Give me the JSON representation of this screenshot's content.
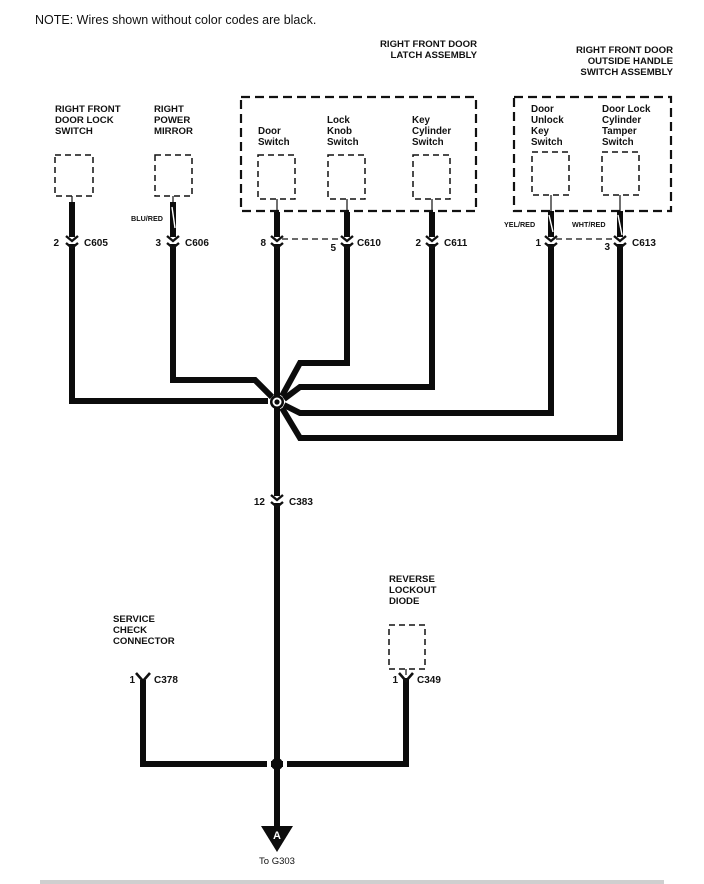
{
  "note": "NOTE: Wires shown without color codes are black.",
  "components": {
    "door_lock_switch": {
      "label_lines": [
        "RIGHT FRONT",
        "DOOR LOCK",
        "SWITCH"
      ]
    },
    "power_mirror": {
      "label_lines": [
        "RIGHT",
        "POWER",
        "MIRROR"
      ]
    },
    "latch_assembly": {
      "title_lines": [
        "RIGHT FRONT DOOR",
        "LATCH ASSEMBLY"
      ],
      "switches": [
        {
          "label_lines": [
            "Door",
            "Switch"
          ]
        },
        {
          "label_lines": [
            "Lock",
            "Knob",
            "Switch"
          ]
        },
        {
          "label_lines": [
            "Key",
            "Cylinder",
            "Switch"
          ]
        }
      ]
    },
    "outside_handle_assembly": {
      "title_lines": [
        "RIGHT FRONT DOOR",
        "OUTSIDE HANDLE",
        "SWITCH ASSEMBLY"
      ],
      "switches": [
        {
          "label_lines": [
            "Door",
            "Unlock",
            "Key",
            "Switch"
          ]
        },
        {
          "label_lines": [
            "Door Lock",
            "Cylinder",
            "Tamper",
            "Switch"
          ]
        }
      ]
    },
    "service_check_connector": {
      "label_lines": [
        "SERVICE",
        "CHECK",
        "CONNECTOR"
      ]
    },
    "reverse_lockout_diode": {
      "label_lines": [
        "REVERSE",
        "LOCKOUT",
        "DIODE"
      ]
    }
  },
  "connectors": {
    "c605": {
      "pin": "2",
      "name": "C605"
    },
    "c606": {
      "pin": "3",
      "name": "C606",
      "wire_color": "BLU/RED"
    },
    "c610_door": {
      "pin": "8"
    },
    "c610_knob": {
      "pin": "5",
      "name": "C610"
    },
    "c611": {
      "pin": "2",
      "name": "C611"
    },
    "c613_unlock": {
      "pin": "1",
      "wire_color": "YEL/RED"
    },
    "c613_tamper": {
      "pin": "3",
      "name": "C613",
      "wire_color": "WHT/RED"
    },
    "c383": {
      "pin": "12",
      "name": "C383"
    },
    "c378": {
      "pin": "1",
      "name": "C378"
    },
    "c349": {
      "pin": "1",
      "name": "C349"
    }
  },
  "ground": {
    "marker": "A",
    "destination": "To G303"
  }
}
